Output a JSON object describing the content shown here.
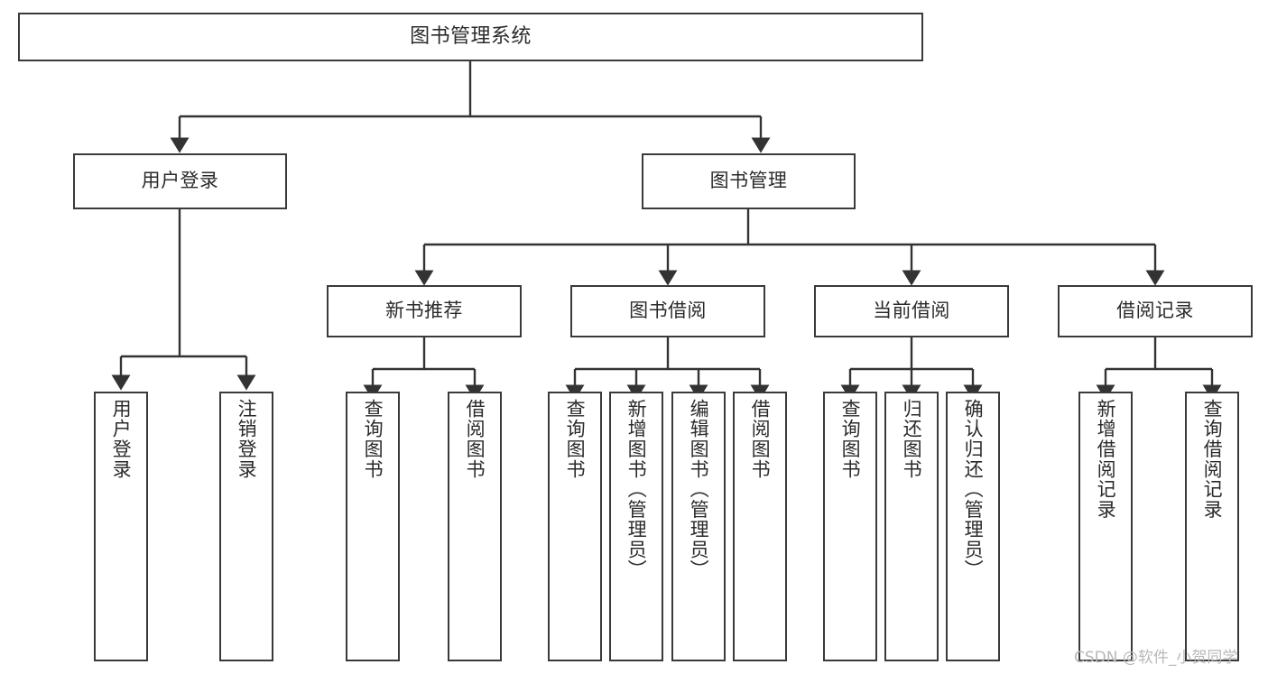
{
  "diagram": {
    "title": "图书管理系统",
    "type": "tree",
    "colors": {
      "border": "#3a3a3a",
      "background": "#ffffff",
      "text": "#2b2b2b",
      "edge": "#333333",
      "watermark": "#b8b8b8"
    },
    "root": {
      "id": "root",
      "label": "图书管理系统"
    },
    "level2": [
      {
        "id": "user-login",
        "label": "用户登录"
      },
      {
        "id": "book-manage",
        "label": "图书管理"
      }
    ],
    "level3": [
      {
        "id": "new-book-recommend",
        "label": "新书推荐"
      },
      {
        "id": "book-borrow",
        "label": "图书借阅"
      },
      {
        "id": "current-borrow",
        "label": "当前借阅"
      },
      {
        "id": "borrow-record",
        "label": "借阅记录"
      }
    ],
    "leaves": {
      "user-login": [
        {
          "id": "leaf-user-login",
          "label": "用户登录"
        },
        {
          "id": "leaf-user-logout",
          "label": "注销登录"
        }
      ],
      "new-book-recommend": [
        {
          "id": "leaf-query-book-1",
          "label": "查询图书"
        },
        {
          "id": "leaf-borrow-book-1",
          "label": "借阅图书"
        }
      ],
      "book-borrow": [
        {
          "id": "leaf-query-book-2",
          "label": "查询图书"
        },
        {
          "id": "leaf-add-book",
          "label": "新增图书（管理员）"
        },
        {
          "id": "leaf-edit-book",
          "label": "编辑图书（管理员）"
        },
        {
          "id": "leaf-borrow-book-2",
          "label": "借阅图书"
        }
      ],
      "current-borrow": [
        {
          "id": "leaf-query-book-3",
          "label": "查询图书"
        },
        {
          "id": "leaf-return-book",
          "label": "归还图书"
        },
        {
          "id": "leaf-confirm-return",
          "label": "确认归还（管理员）"
        }
      ],
      "borrow-record": [
        {
          "id": "leaf-add-record",
          "label": "新增借阅记录"
        },
        {
          "id": "leaf-query-record",
          "label": "查询借阅记录"
        }
      ]
    }
  },
  "watermark": {
    "text": "CSDN @软件_小贺同学"
  }
}
